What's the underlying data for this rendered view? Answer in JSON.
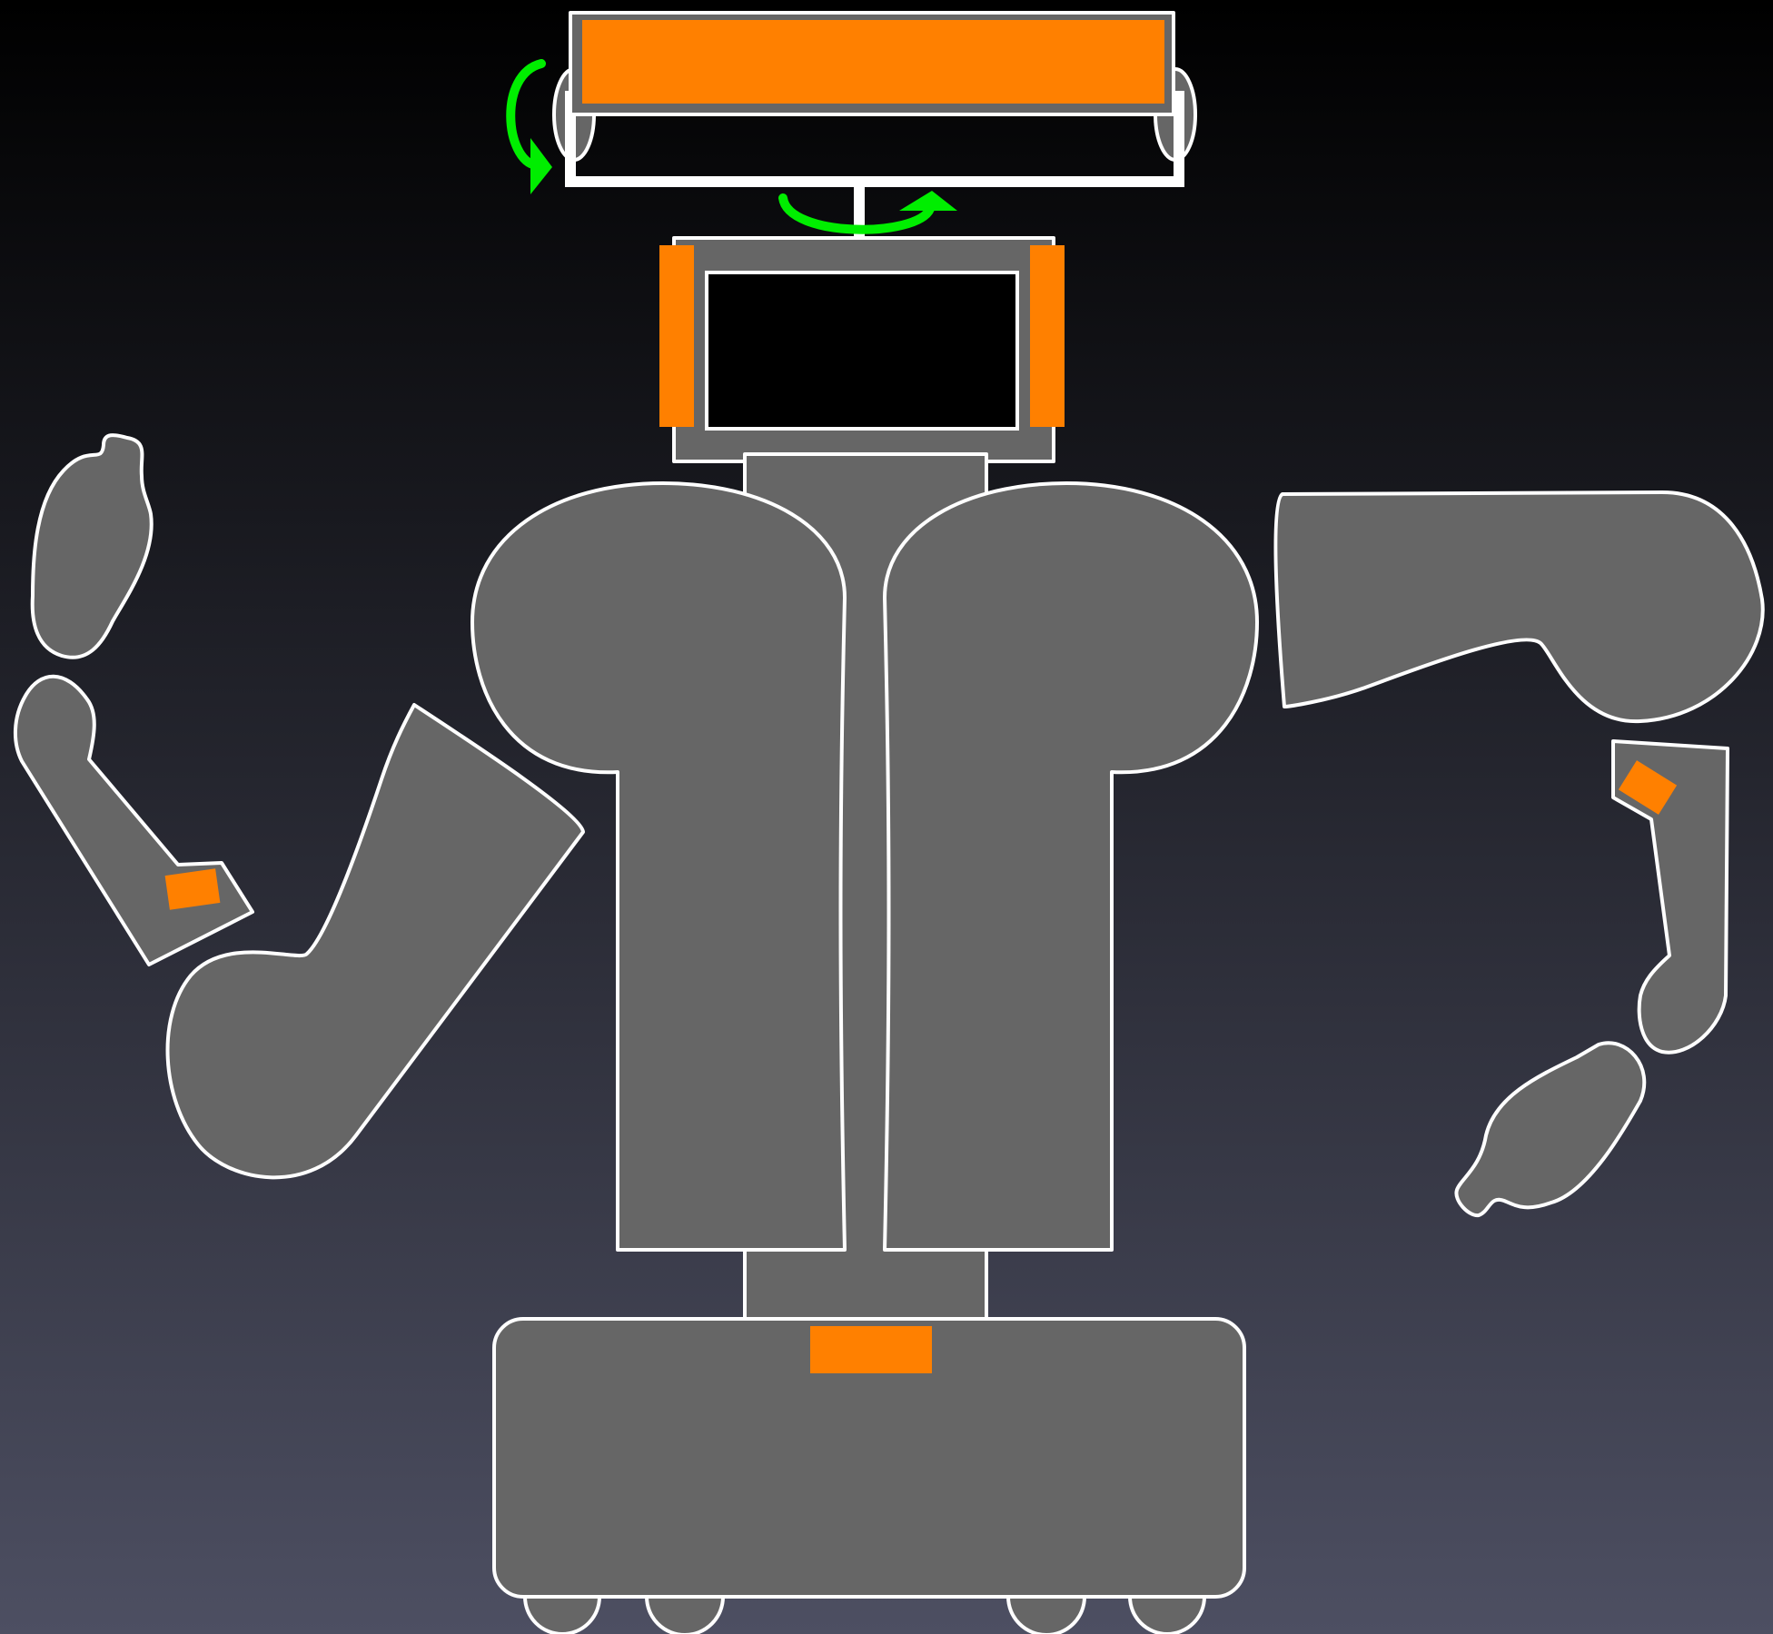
{
  "diagram": {
    "subject": "robot-schematic",
    "background": {
      "top": "#000000",
      "bottom": "#4d4f62"
    },
    "colors": {
      "body": "#666666",
      "outline": "#ffffff",
      "sensor": "#ff8000",
      "rotation_arrow": "#00ee00"
    },
    "parts": [
      "head-sensor-bar",
      "head-tilt-arrow",
      "head-pan-arrow",
      "head-mount",
      "stereo-cameras",
      "torso-spine",
      "left-shoulder",
      "right-shoulder",
      "left-upper-arm",
      "left-forearm",
      "left-gripper",
      "right-upper-arm",
      "right-forearm",
      "right-gripper",
      "base",
      "base-wheels"
    ]
  }
}
